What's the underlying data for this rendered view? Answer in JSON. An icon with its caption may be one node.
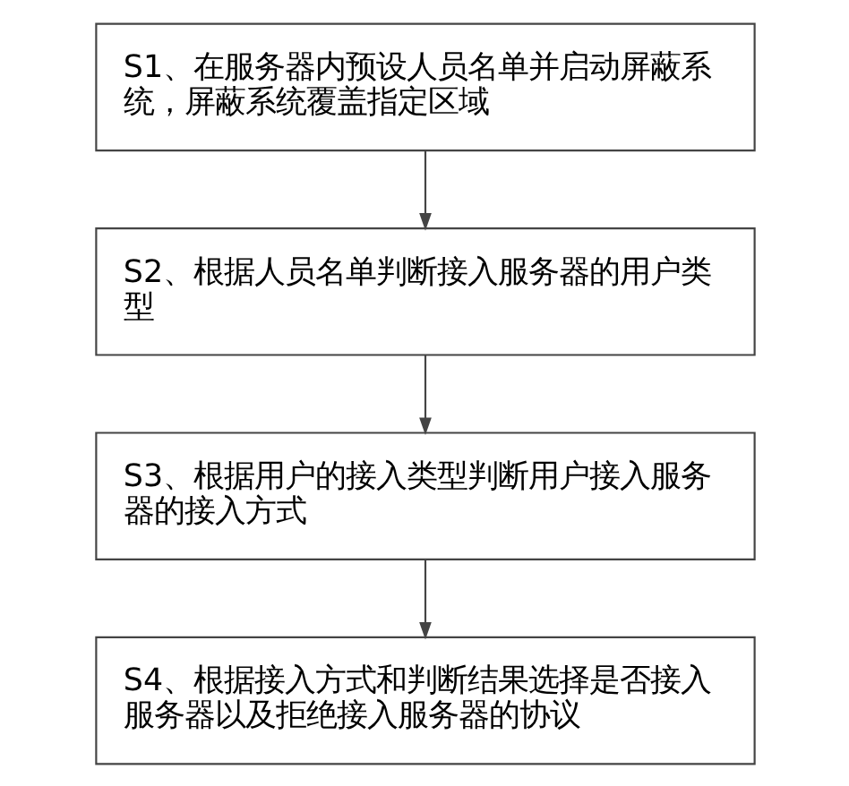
{
  "diagram": {
    "nodes": [
      {
        "text": [
          "S1、在服务器内预设人员名单并启动屏蔽系统，屏蔽系统覆盖指定区域"
        ]
      },
      {
        "text": [
          "S2、根据人员名单判断接入服务器的用户类型"
        ]
      },
      {
        "text": [
          "S3、根据用户的接入类型判断用户接入服务器的接入方式"
        ]
      },
      {
        "text": [
          "S4、根据接入方式和判断结果选择是否接入服务器以及拒绝接入服务器的协议"
        ]
      }
    ],
    "edges": [
      {
        "from": 0,
        "to": 1,
        "arrow": "to"
      },
      {
        "from": 1,
        "to": 2,
        "arrow": "to"
      },
      {
        "from": 2,
        "to": 3,
        "arrow": "to"
      }
    ]
  }
}
